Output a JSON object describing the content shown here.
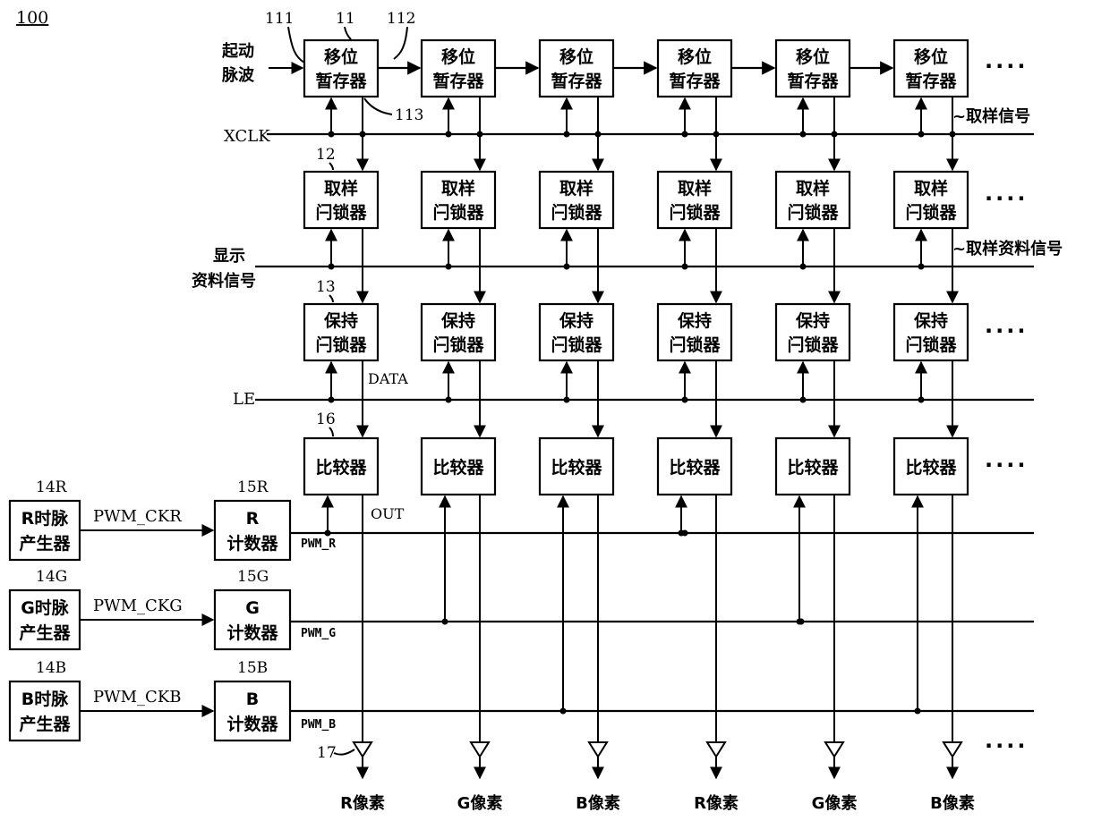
{
  "figure": {
    "number": "100"
  },
  "shift_register": {
    "label_line1": "移位",
    "label_line2": "暂存器",
    "ref": "11",
    "ref_in": "111",
    "ref_out": "112",
    "ref_sample": "113"
  },
  "start_pulse": {
    "line1": "起动",
    "line2": "脉波"
  },
  "sampling_signal": "~取样信号",
  "sample_latch": {
    "label_line1": "取样",
    "label_line2": "闩锁器",
    "ref": "12"
  },
  "sample_data_signal": "~取样资料信号",
  "display_data_signal": {
    "line1": "显示",
    "line2": "资料信号"
  },
  "hold_latch": {
    "label_line1": "保持",
    "label_line2": "闩锁器",
    "ref": "13"
  },
  "comparator": {
    "label": "比较器",
    "ref": "16"
  },
  "signals": {
    "xclk": "XCLK",
    "le": "LE",
    "data": "DATA",
    "out": "OUT"
  },
  "generators": [
    {
      "ref": "14R",
      "line1": "R时脉",
      "line2": "产生器",
      "clock": "PWM_CKR",
      "counter_ref": "15R",
      "counter_line1": "R",
      "counter_line2": "计数器",
      "pwm": "PWM_R"
    },
    {
      "ref": "14G",
      "line1": "G时脉",
      "line2": "产生器",
      "clock": "PWM_CKG",
      "counter_ref": "15G",
      "counter_line1": "G",
      "counter_line2": "计数器",
      "pwm": "PWM_G"
    },
    {
      "ref": "14B",
      "line1": "B时脉",
      "line2": "产生器",
      "clock": "PWM_CKB",
      "counter_ref": "15B",
      "counter_line1": "B",
      "counter_line2": "计数器",
      "pwm": "PWM_B"
    }
  ],
  "buffer_ref": "17",
  "pixels": [
    "R像素",
    "G像素",
    "B像素",
    "R像素",
    "G像素",
    "B像素"
  ],
  "ellipsis": "····"
}
